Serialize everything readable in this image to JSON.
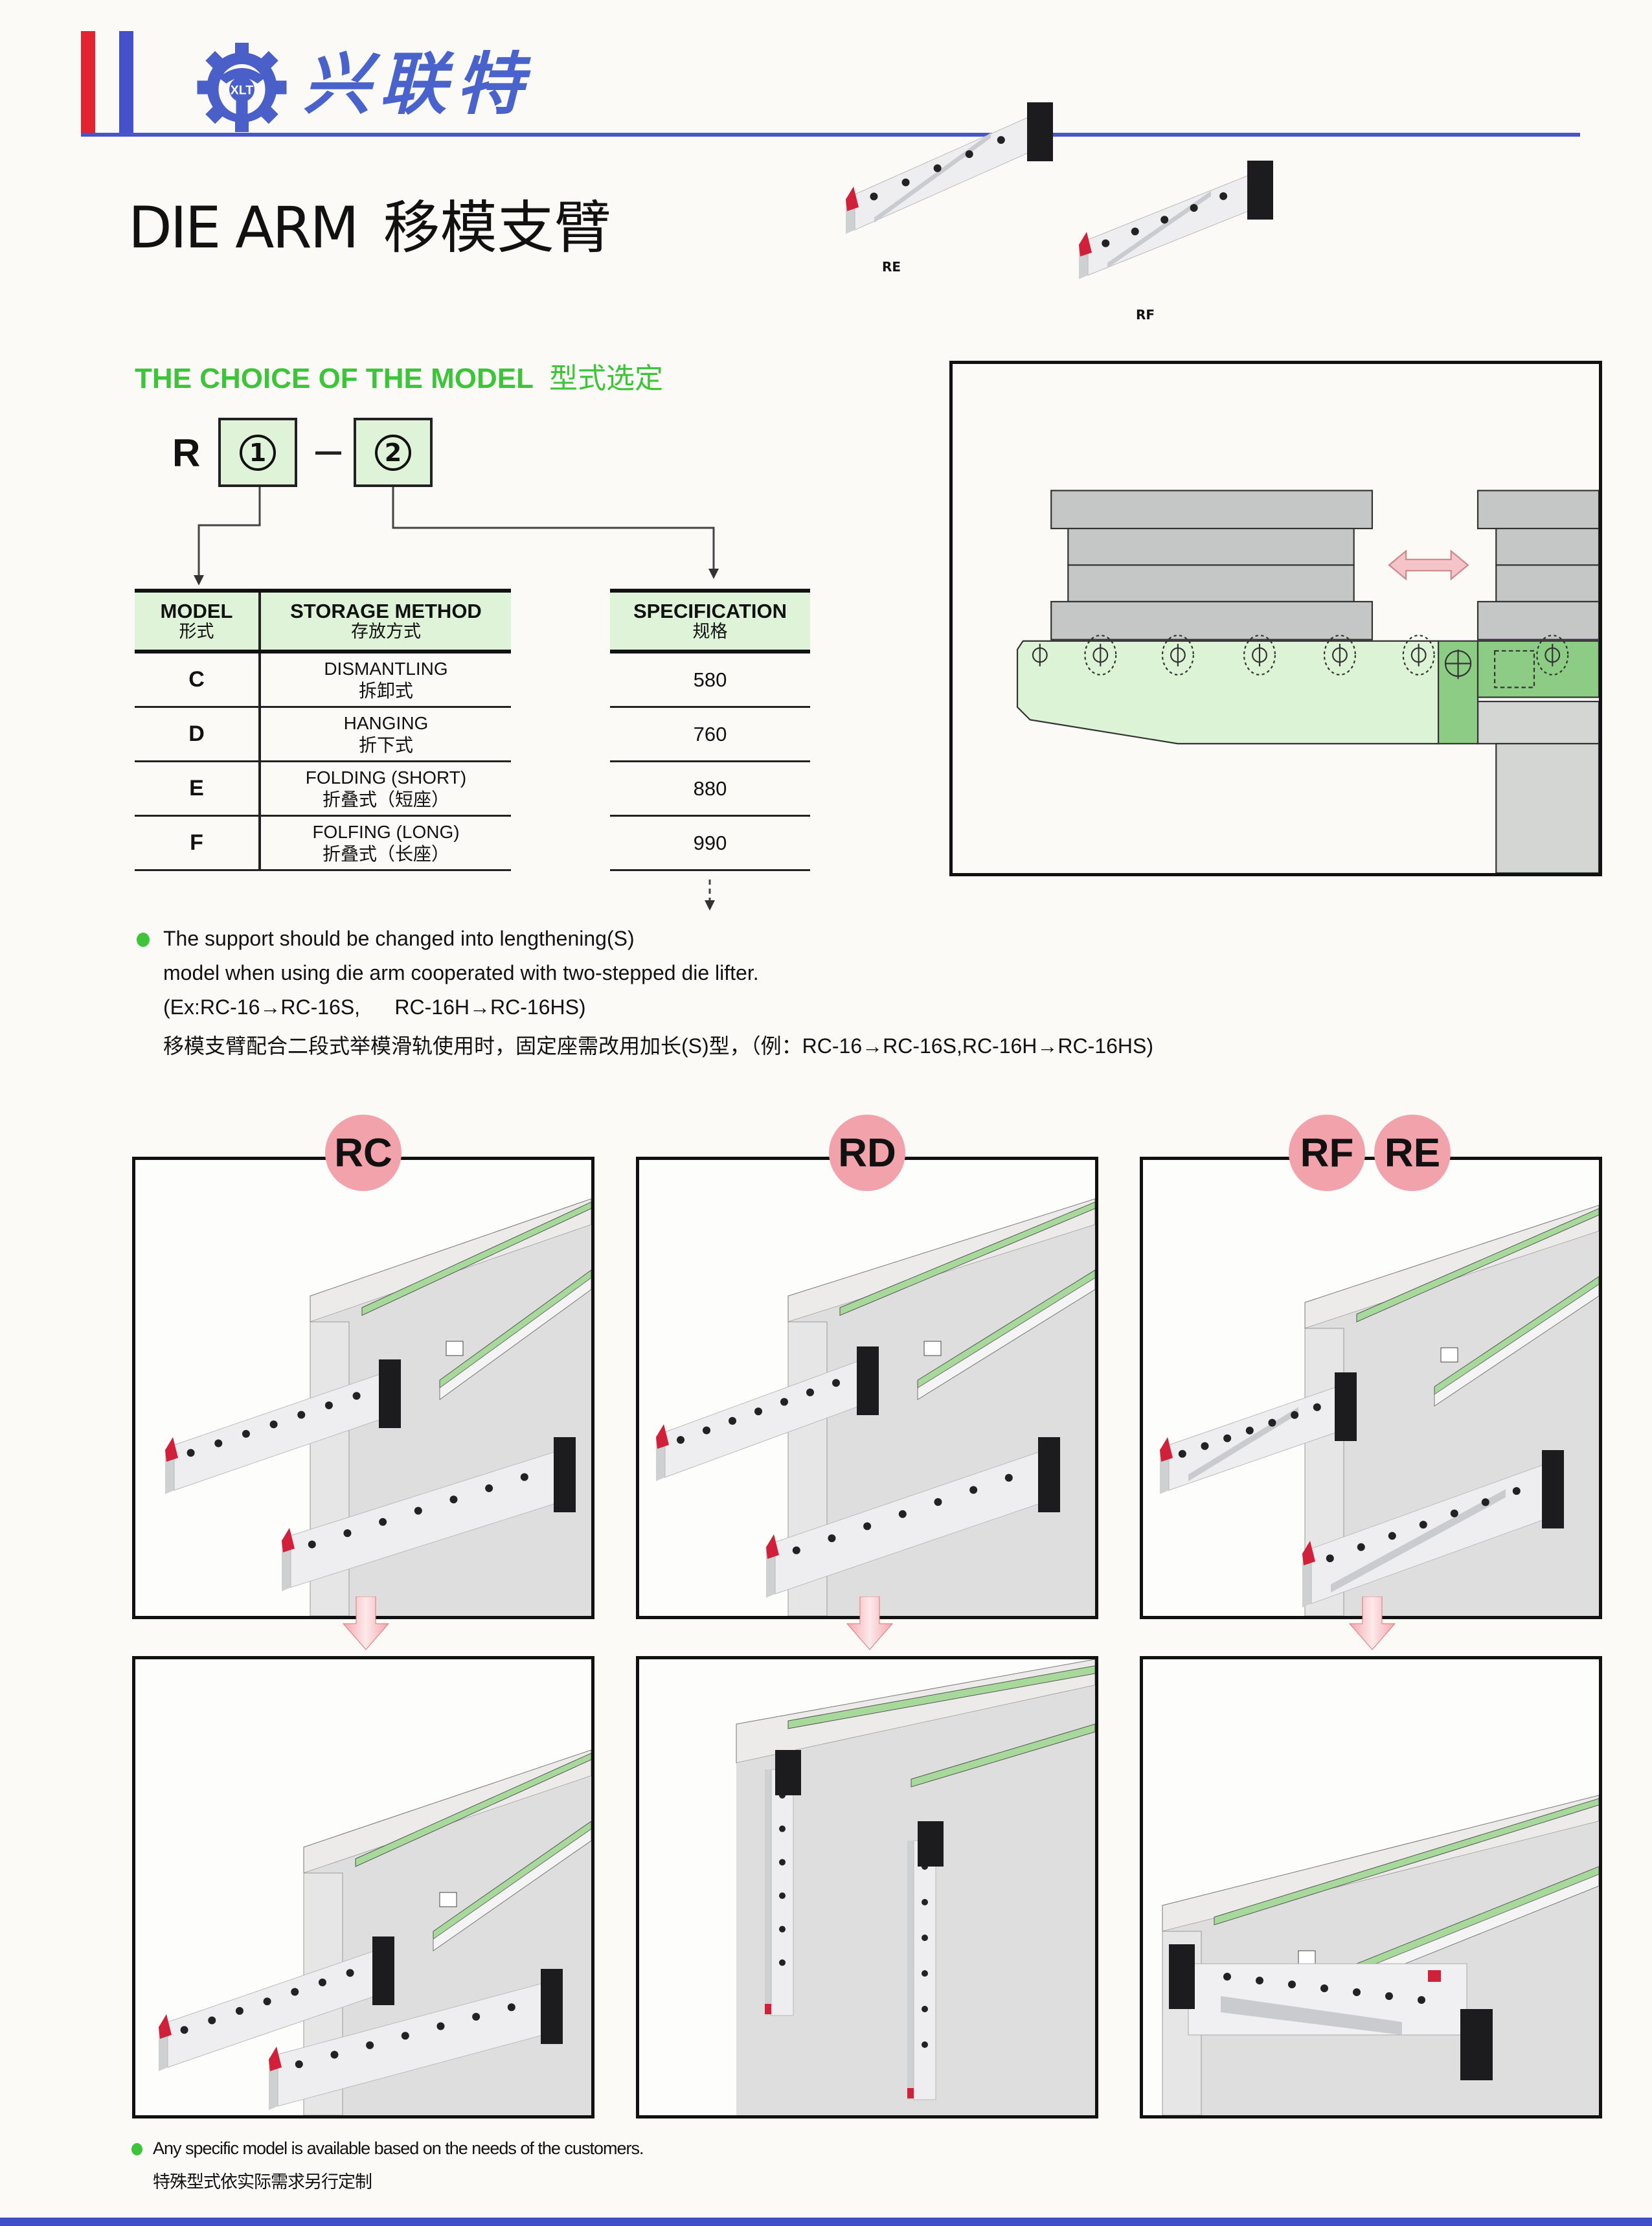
{
  "header": {
    "brand_cn": "兴联特",
    "logo_text": "XLT",
    "colors": {
      "red": "#e3232f",
      "blue": "#4451c9"
    }
  },
  "title": {
    "en": "DIE ARM",
    "cn": "移模支臂"
  },
  "photos": [
    {
      "label": "RE"
    },
    {
      "label": "RF"
    }
  ],
  "model_choice": {
    "heading_en": "THE CHOICE OF THE MODEL",
    "heading_cn": "型式选定",
    "prefix": "R",
    "slot1": "1",
    "slot2": "2",
    "accent": "#3ec43a"
  },
  "model_table": {
    "headers": [
      {
        "en": "MODEL",
        "cn": "形式"
      },
      {
        "en": "STORAGE METHOD",
        "cn": "存放方式"
      }
    ],
    "rows": [
      {
        "model": "C",
        "en": "DISMANTLING",
        "cn": "拆卸式"
      },
      {
        "model": "D",
        "en": "HANGING",
        "cn": "折下式"
      },
      {
        "model": "E",
        "en": "FOLDING (SHORT)",
        "cn": "折叠式（短座）"
      },
      {
        "model": "F",
        "en": "FOLFING (LONG)",
        "cn": "折叠式（长座）"
      }
    ]
  },
  "spec_table": {
    "header": {
      "en": "SPECIFICATION",
      "cn": "规格"
    },
    "values": [
      "580",
      "760",
      "880",
      "990"
    ]
  },
  "notes": [
    "The support should be changed into lengthening(S)",
    "model when using die arm cooperated with two-stepped die lifter.",
    "(Ex:RC-16→RC-16S,      RC-16H→RC-16HS)",
    "移模支臂配合二段式举模滑轨使用时，固定座需改用加长(S)型，（例：RC-16→RC-16S,RC-16H→RC-16HS)"
  ],
  "panels": [
    {
      "badges": [
        "RC"
      ]
    },
    {
      "badges": [
        "RD"
      ]
    },
    {
      "badges": [
        "RF",
        "RE"
      ]
    }
  ],
  "footer": {
    "line_en": "Any specific model is available based on the needs of the customers.",
    "line_cn": "特殊型式依实际需求另行定制"
  }
}
